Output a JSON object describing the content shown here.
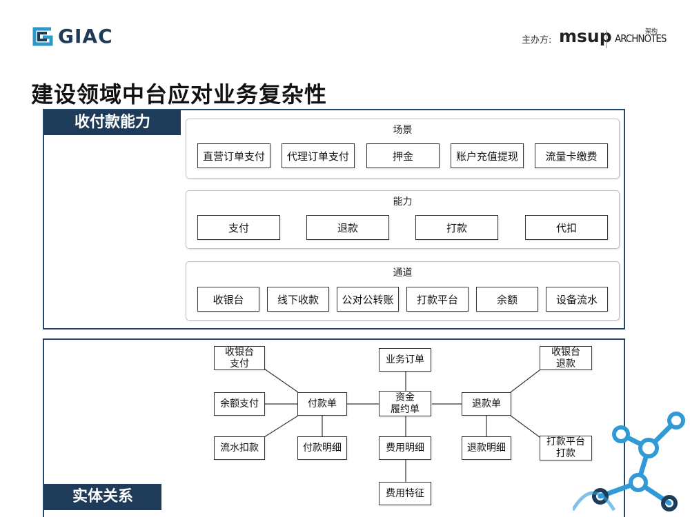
{
  "header": {
    "logo": "GIAC",
    "sponsor_label": "主办方:",
    "sponsor1": "msup",
    "sponsor2_top": "架构",
    "sponsor2": "ARCHNOTES"
  },
  "title": "建设领域中台应对业务复杂性",
  "section1": {
    "tab": "收付款能力",
    "groups": [
      {
        "title": "场景",
        "items": [
          "直营订单支付",
          "代理订单支付",
          "押金",
          "账户充值提现",
          "流量卡缴费"
        ]
      },
      {
        "title": "能力",
        "items": [
          "支付",
          "退款",
          "打款",
          "代扣"
        ]
      },
      {
        "title": "通道",
        "items": [
          "收银台",
          "线下收款",
          "公对公转账",
          "打款平台",
          "余额",
          "设备流水"
        ]
      }
    ]
  },
  "section2": {
    "tab": "实体关系",
    "nodes": {
      "cashier_pay": "收银台\n支付",
      "balance_pay": "余额支付",
      "flow_deduct": "流水扣款",
      "payment_order": "付款单",
      "payment_detail": "付款明细",
      "business_order": "业务订单",
      "fund_fulfillment": "资金\n履约单",
      "fee_detail": "费用明细",
      "fee_feature": "费用特征",
      "refund_order": "退款单",
      "refund_detail": "退款明细",
      "cashier_refund": "收银台\n退款",
      "transfer_platform": "打款平台\n打款"
    }
  },
  "colors": {
    "navy": "#1f3b5a",
    "frame": "#23476b",
    "accent": "#2f9ad6"
  }
}
